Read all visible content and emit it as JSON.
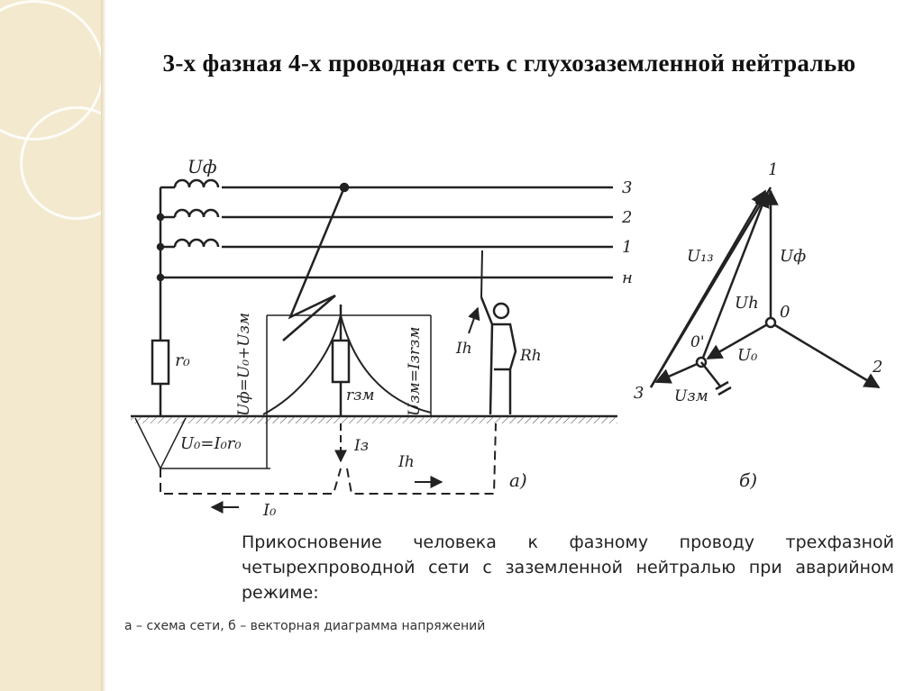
{
  "title": "3-х фазная 4-х проводная сеть с глухозаземленной нейтралью",
  "caption": "Прикосновение человека к фазному проводу трехфазной четырехпроводной сети с заземленной нейтралью при аварийном режиме:",
  "legend": "а – схема сети, б – векторная диаграмма напряжений",
  "diagram_a": {
    "u_phase": "Uф",
    "wire_3": "3",
    "wire_2": "2",
    "wire_1": "1",
    "wire_n": "н",
    "r0": "r₀",
    "rzm": "rзм",
    "ih": "Ih",
    "rh": "Rh",
    "u_formula_left": "Uф=U₀+Uзм",
    "u_formula_right": "Uзм=Iзrзм",
    "u0_formula": "U₀=I₀r₀",
    "iz": "Iз",
    "ih_ground": "Ih",
    "i0": "I₀",
    "label_a": "а)"
  },
  "diagram_b": {
    "v1": "1",
    "u13": "U₁₃",
    "uf": "Uф",
    "uh": "Uh",
    "o": "0",
    "o_prime": "0'",
    "u0": "U₀",
    "v2": "2",
    "v3": "3",
    "uzm": "Uзм",
    "label_b": "б)"
  }
}
